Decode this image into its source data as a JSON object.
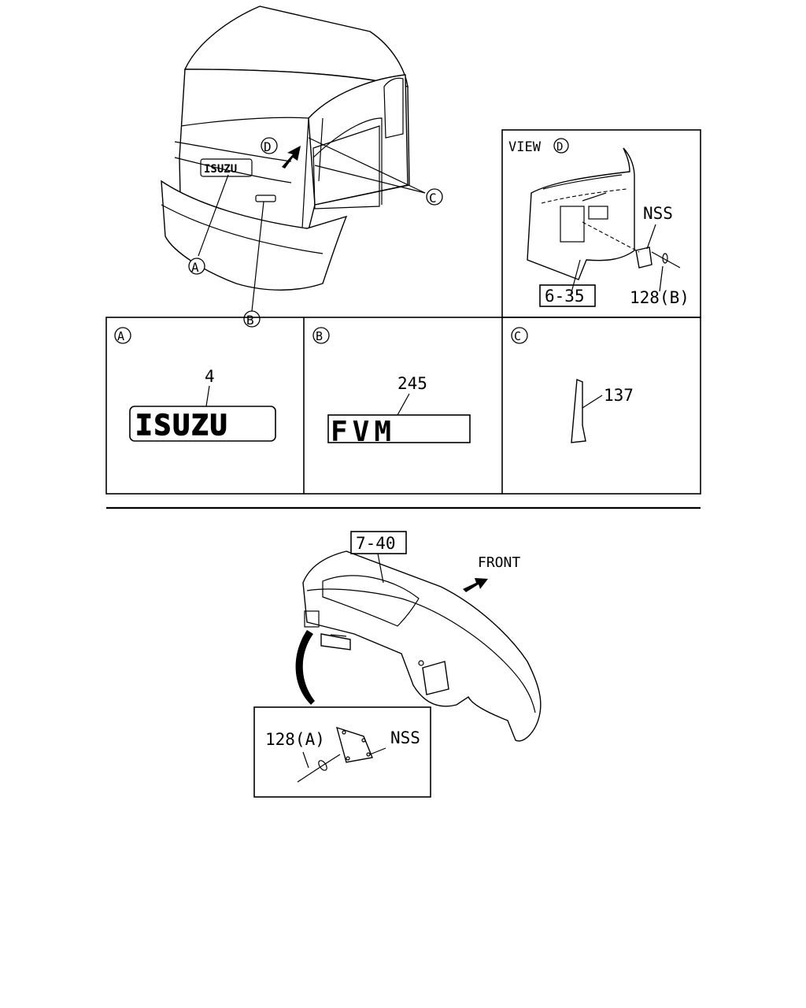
{
  "callouts": {
    "A": "A",
    "B": "B",
    "C": "C",
    "D": "D"
  },
  "view_d": {
    "title": "VIEW",
    "ref_box": "6-35",
    "nss": "NSS",
    "part_128b": "128(B)"
  },
  "detail_a": {
    "label": "A",
    "part": "4",
    "emblem_text": "ISUZU"
  },
  "detail_b": {
    "label": "B",
    "part": "245",
    "emblem_text": "FVM"
  },
  "detail_c": {
    "label": "C",
    "part": "137"
  },
  "dashboard": {
    "ref_box": "7-40",
    "front": "FRONT",
    "part_128a": "128(A)",
    "nss": "NSS"
  },
  "cab_emblem_text": "ISUZU"
}
